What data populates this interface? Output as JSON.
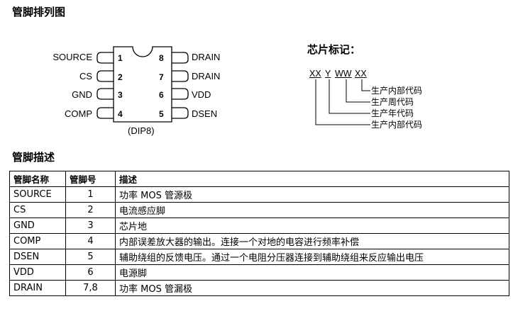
{
  "headings": {
    "pin_arrangement": "管脚排列图",
    "chip_marking": "芯片标记：",
    "pin_description": "管脚描述"
  },
  "package": {
    "name": "(DIP8)",
    "left_pins": [
      {
        "num": "1",
        "name": "SOURCE"
      },
      {
        "num": "2",
        "name": "CS"
      },
      {
        "num": "3",
        "name": "GND"
      },
      {
        "num": "4",
        "name": "COMP"
      }
    ],
    "right_pins": [
      {
        "num": "8",
        "name": "DRAIN"
      },
      {
        "num": "7",
        "name": "DRAIN"
      },
      {
        "num": "6",
        "name": "VDD"
      },
      {
        "num": "5",
        "name": "DSEN"
      }
    ]
  },
  "marking": {
    "codes": [
      "XX",
      "Y",
      "WW",
      "XX"
    ],
    "legend": [
      "生产内部代码",
      "生产周代码",
      "生产年代码",
      "生产内部代码"
    ]
  },
  "table": {
    "headers": [
      "管脚名称",
      "管脚号",
      "描述"
    ],
    "rows": [
      [
        "SOURCE",
        "1",
        "功率 MOS 管源极"
      ],
      [
        "CS",
        "2",
        "电流感应脚"
      ],
      [
        "GND",
        "3",
        "芯片地"
      ],
      [
        "COMP",
        "4",
        "内部误差放大器的输出。连接一个对地的电容进行频率补偿"
      ],
      [
        "DSEN",
        "5",
        "辅助绕组的反馈电压。通过一个电阻分压器连接到辅助绕组来反应输出电压"
      ],
      [
        "VDD",
        "6",
        "电源脚"
      ],
      [
        "DRAIN",
        "7,8",
        "功率 MOS 管漏极"
      ]
    ]
  }
}
